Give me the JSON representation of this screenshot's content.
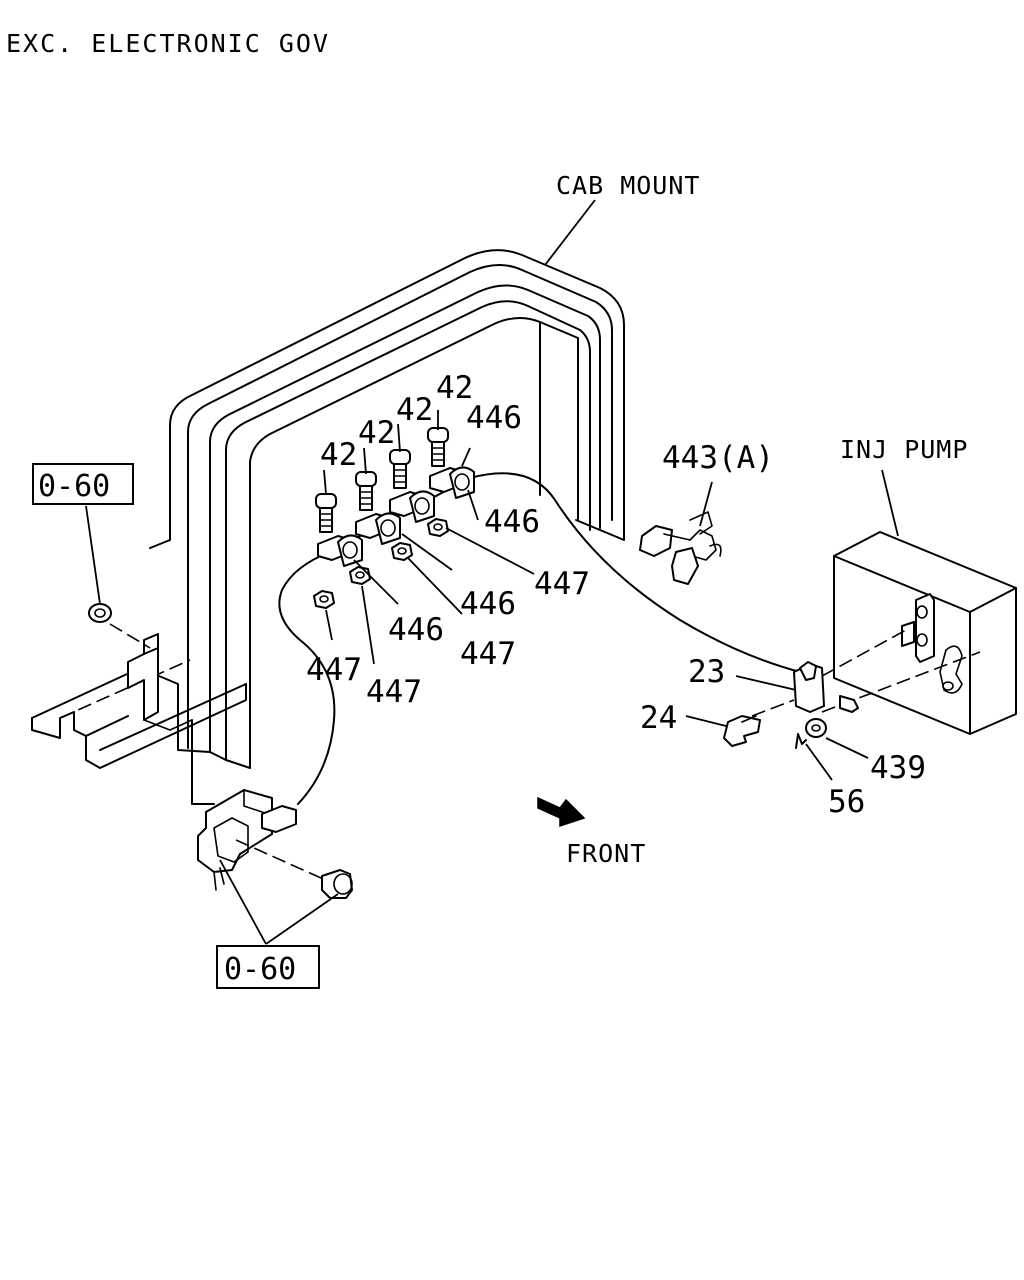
{
  "header": {
    "title": "EXC. ELECTRONIC GOV"
  },
  "components": {
    "cab_mount": "CAB MOUNT",
    "inj_pump": "INJ PUMP",
    "front": "FRONT"
  },
  "reference_boxes": [
    "0-60",
    "0-60"
  ],
  "callouts": {
    "bolts_42": [
      "42",
      "42",
      "42",
      "42"
    ],
    "clips_446": [
      "446",
      "446",
      "446",
      "446"
    ],
    "nuts_447": [
      "447",
      "447",
      "447",
      "447"
    ],
    "harness_443a": "443(A)",
    "bracket_23": "23",
    "bolt_24": "24",
    "washer_439": "439",
    "pin_56": "56"
  },
  "icons": [
    "front-arrow-icon"
  ]
}
